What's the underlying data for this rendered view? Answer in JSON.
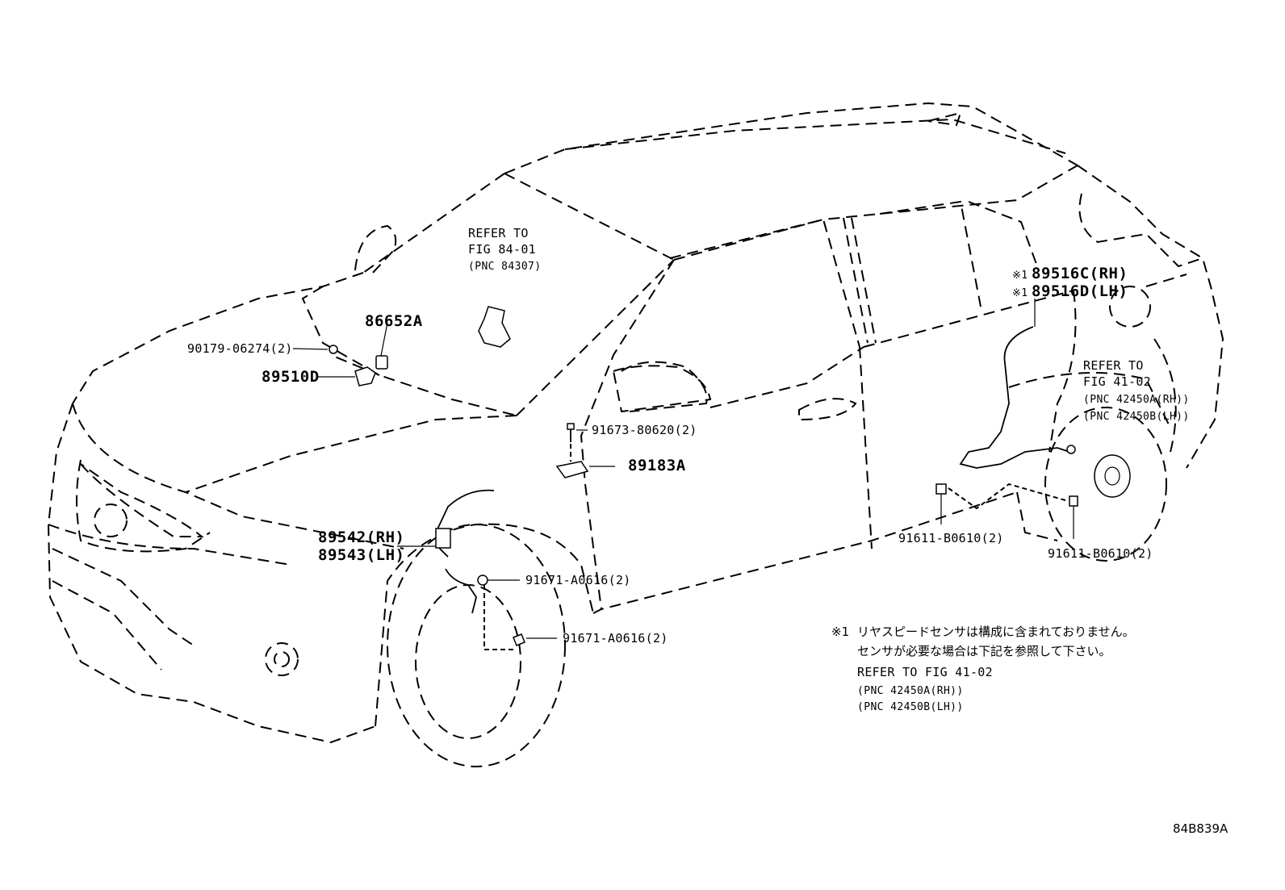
{
  "refer_84": {
    "line1": "REFER TO",
    "line2": "FIG 84-01",
    "line3": "(PNC 84307)"
  },
  "refer_41": {
    "line1": "REFER TO",
    "line2": "FIG 41-02",
    "line3": "(PNC 42450A(RH))",
    "line4": "(PNC 42450B(LH))"
  },
  "parts": {
    "p86652a": "86652A",
    "p90179": "90179-06274(2)",
    "p89510d": "89510D",
    "p91673": "91673-80620(2)",
    "p89183a": "89183A",
    "p89542": "89542(RH)",
    "p89543": "89543(LH)",
    "p91671_a": "91671-A0616(2)",
    "p91671_b": "91671-A0616(2)",
    "p89516c": "89516C(RH)",
    "p89516d": "89516D(LH)",
    "p91611_a": "91611-B0610(2)",
    "p91611_b": "91611-B0610(2)",
    "mark1": "※1",
    "mark2": "※1"
  },
  "note": {
    "mark": "※1",
    "line1": "リヤスピードセンサは構成に含まれておりません。",
    "line2": "センサが必要な場合は下記を参照して下さい。",
    "line3": "REFER TO FIG 41-02",
    "line4": "(PNC 42450A(RH))",
    "line5": "(PNC 42450B(LH))"
  },
  "figure_id": "84B839A"
}
